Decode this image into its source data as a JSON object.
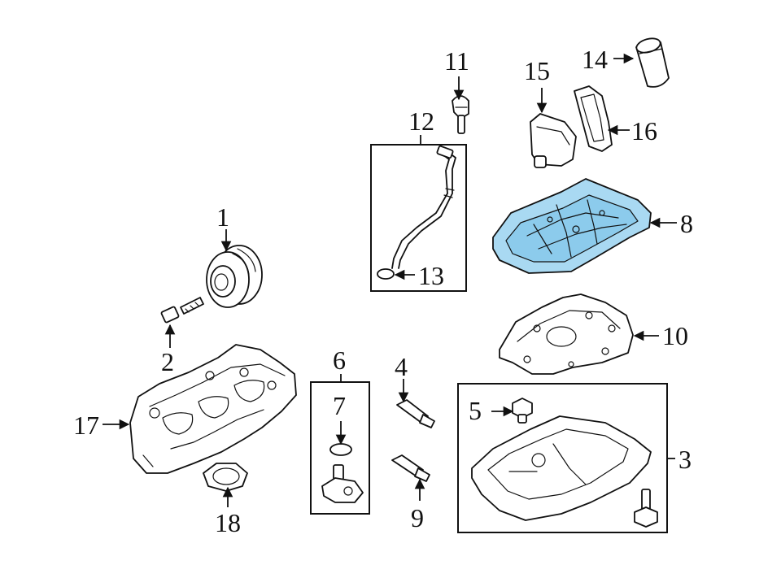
{
  "highlight_color": "#a9d9f2",
  "callouts": {
    "c1": "1",
    "c2": "2",
    "c3": "3",
    "c4": "4",
    "c5": "5",
    "c6": "6",
    "c7": "7",
    "c8": "8",
    "c9": "9",
    "c10": "10",
    "c11": "11",
    "c12": "12",
    "c13": "13",
    "c14": "14",
    "c15": "15",
    "c16": "16",
    "c17": "17",
    "c18": "18"
  }
}
